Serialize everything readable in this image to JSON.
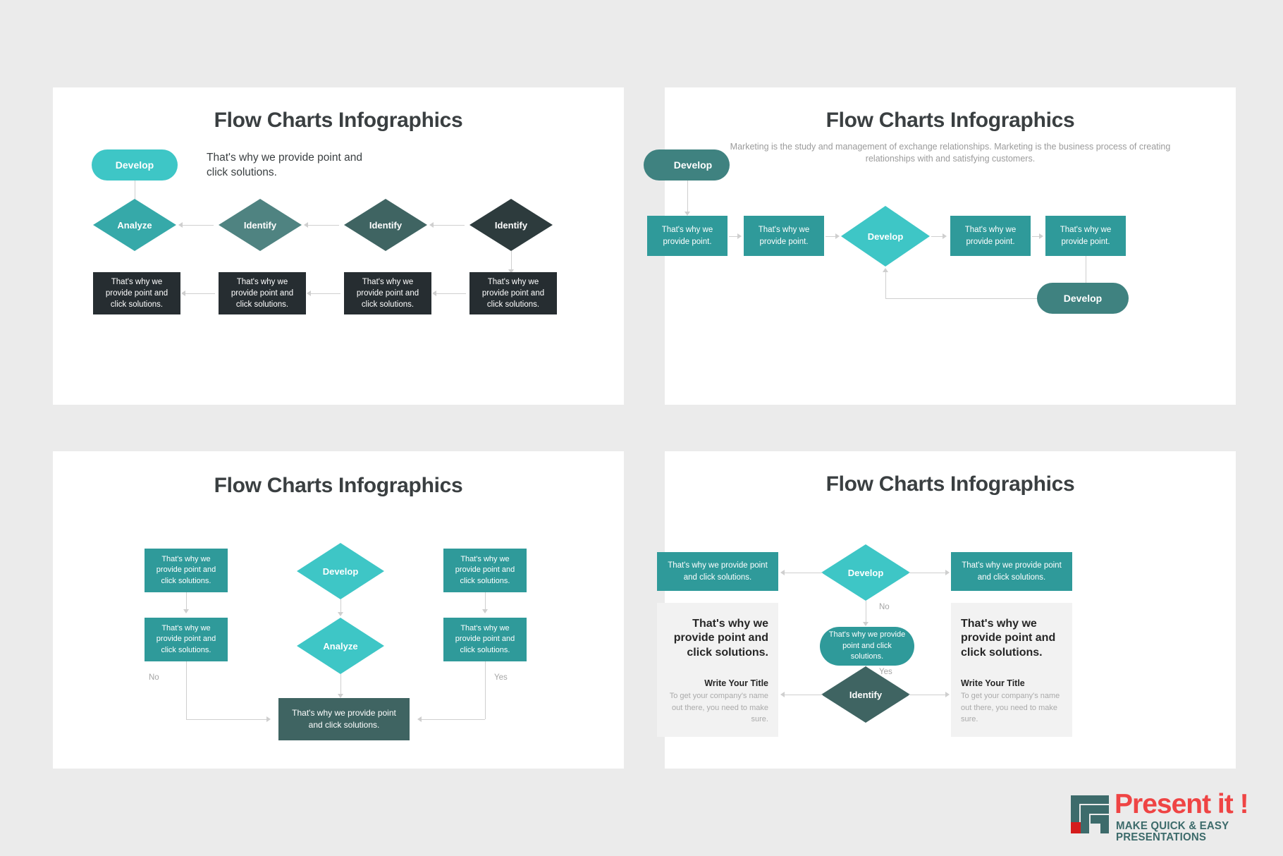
{
  "palette": {
    "canvas_bg": "#ebebeb",
    "slide_bg": "#ffffff",
    "teal_bright": "#3ec6c6",
    "teal_mid": "#36a9a9",
    "teal_deep": "#2f9a9a",
    "teal_slate": "#4f8381",
    "slate_dark": "#3f6462",
    "charcoal": "#262d31",
    "panel_grey": "#f2f2f2",
    "connector": "#cfcfcf",
    "title_text": "#3a3f41",
    "muted_text": "#9b9b9b",
    "logo_red": "#ef4444",
    "logo_teal": "#3d6b6b"
  },
  "common": {
    "title": "Flow Charts Infographics",
    "body_short": "That's why we provide point.",
    "body_long": "That's why we provide point and click solutions.",
    "label_develop": "Develop",
    "label_analyze": "Analyze",
    "label_identify": "Identify",
    "label_yes": "Yes",
    "label_no": "No"
  },
  "slide1": {
    "title": "Flow Charts Infographics",
    "start_node": {
      "label": "Develop",
      "color": "#3ec6c6"
    },
    "callout": "That's why we provide point and click solutions.",
    "diamonds": [
      {
        "label": "Analyze",
        "color": "#36a9a9"
      },
      {
        "label": "Identify",
        "color": "#4f8381"
      },
      {
        "label": "Identify",
        "color": "#3f6462"
      },
      {
        "label": "Identify",
        "color": "#2d3b3d"
      }
    ],
    "boxes": [
      {
        "text": "That's why we provide point and click solutions.",
        "color": "#262d31"
      },
      {
        "text": "That's why we provide point and click solutions.",
        "color": "#262d31"
      },
      {
        "text": "That's why we provide point and click solutions.",
        "color": "#262d31"
      },
      {
        "text": "That's why we provide point and click solutions.",
        "color": "#262d31"
      }
    ]
  },
  "slide2": {
    "title": "Flow Charts Infographics",
    "subtitle": "Marketing is the study and management of exchange relationships. Marketing is the business process of creating relationships with and satisfying customers.",
    "start_node": {
      "label": "Develop",
      "color": "#3f8280"
    },
    "boxes": [
      {
        "text": "That's why we provide point.",
        "color": "#2f9a9a"
      },
      {
        "text": "That's why we provide point.",
        "color": "#2f9a9a"
      },
      {
        "text": "That's why we provide point.",
        "color": "#2f9a9a"
      },
      {
        "text": "That's why we provide point.",
        "color": "#2f9a9a"
      }
    ],
    "decision": {
      "label": "Develop",
      "color": "#3ec6c6"
    },
    "end_node": {
      "label": "Develop",
      "color": "#3f8280"
    }
  },
  "slide3": {
    "title": "Flow Charts Infographics",
    "left_boxes": [
      {
        "text": "That's why we provide point and click solutions.",
        "color": "#2f9a9a"
      },
      {
        "text": "That's why we provide point and click solutions.",
        "color": "#2f9a9a"
      }
    ],
    "right_boxes": [
      {
        "text": "That's why we provide point and click solutions.",
        "color": "#2f9a9a"
      },
      {
        "text": "That's why we provide point and click solutions.",
        "color": "#2f9a9a"
      }
    ],
    "diamonds": [
      {
        "label": "Develop",
        "color": "#3ec6c6"
      },
      {
        "label": "Analyze",
        "color": "#3ec6c6"
      }
    ],
    "result_box": {
      "text": "That's why we provide point and click solutions.",
      "color": "#3f6462"
    },
    "edge_left_label": "No",
    "edge_right_label": "Yes"
  },
  "slide4": {
    "title": "Flow Charts Infographics",
    "top_left_box": {
      "text": "That's why we provide point and click solutions.",
      "color": "#2f9a9a"
    },
    "top_right_box": {
      "text": "That's why we provide point and click solutions.",
      "color": "#2f9a9a"
    },
    "decision_top": {
      "label": "Develop",
      "color": "#3ec6c6"
    },
    "middle_pill": {
      "text": "That's why we provide point and click solutions.",
      "color": "#2f9a9a"
    },
    "decision_bottom": {
      "label": "Identify",
      "color": "#3f6462"
    },
    "edge_no": "No",
    "edge_yes": "Yes",
    "left_panel": {
      "heading": "That's why we provide point and click solutions.",
      "subheading": "Write Your Title",
      "body": "To get your company's name out there, you need to make sure."
    },
    "right_panel": {
      "heading": "That's why we provide point and click solutions.",
      "subheading": "Write Your Title",
      "body": "To get your company's name out there, you need to make sure."
    }
  },
  "logo": {
    "wordmark": "Present it !",
    "tagline": "MAKE QUICK & EASY PRESENTATIONS"
  }
}
